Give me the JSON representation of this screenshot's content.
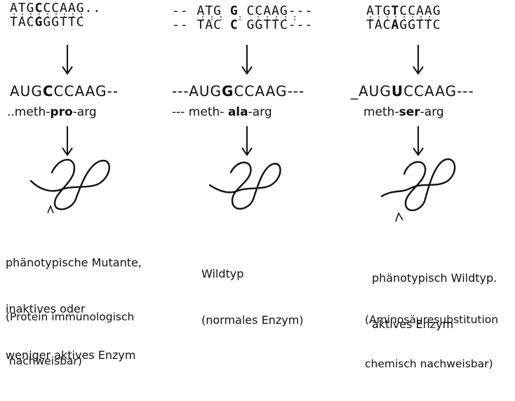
{
  "panels": [
    {
      "dna_top": {
        "pre": "ATG",
        "mut": "C",
        "post": "CCAAG.."
      },
      "dna_bottom": {
        "pre": "TAC",
        "mut": "G",
        "post": "GGTTC"
      },
      "mrna": {
        "pre": "AUG",
        "mut": "C",
        "post": "CCAAG--"
      },
      "peptide": {
        "pre": "..meth-",
        "mut": "pro",
        "post": "-arg"
      },
      "caption_lines": [
        "phänotypische Mutante,",
        "inaktives oder",
        "weniger aktives Enzym"
      ],
      "note_lines": [
        "(Protein immunologisch",
        " nachweisbar)"
      ]
    },
    {
      "dna_top": {
        "pre": "-- ATG ",
        "mut": "G",
        "post": " CCAAG---"
      },
      "dna_bottom": {
        "pre": "-- TAC ",
        "mut": "C",
        "post": " GGTTC---"
      },
      "mrna": {
        "pre": "---AUG",
        "mut": "G",
        "post": "CCAAG---"
      },
      "peptide": {
        "pre": "--- meth- ",
        "mut": "ala",
        "post": "-arg"
      },
      "caption_lines": [
        "Wildtyp",
        "(normales Enzym)"
      ],
      "note_lines": []
    },
    {
      "dna_top": {
        "pre": "ATG",
        "mut": "T",
        "post": "CCAAG"
      },
      "dna_bottom": {
        "pre": "TAC",
        "mut": "A",
        "post": "GGTTC"
      },
      "mrna": {
        "pre": "_AUG",
        "mut": "U",
        "post": "CCAAG---"
      },
      "peptide": {
        "pre": "meth-",
        "mut": "ser",
        "post": "-arg"
      },
      "caption_lines": [
        "phänotypisch Wildtyp.",
        "aktives Enzym"
      ],
      "note_lines": [
        "(Aminosäuresubstitution",
        "chemisch nachweisbar)"
      ]
    }
  ]
}
